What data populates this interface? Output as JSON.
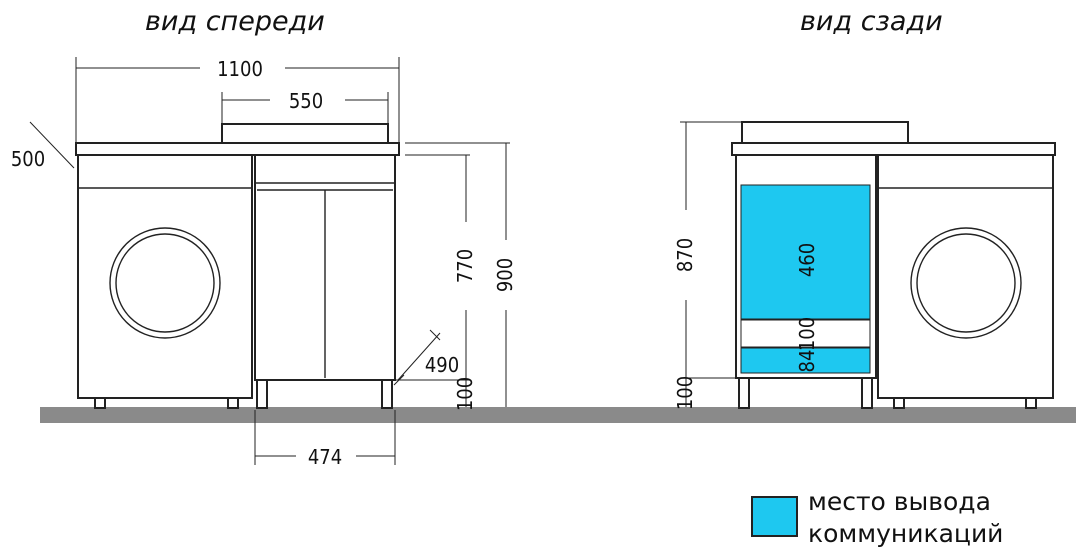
{
  "titles": {
    "front": "вид спереди",
    "back": "вид сзади"
  },
  "front_dimensions": {
    "width_total": "1100",
    "width_top": "550",
    "depth": "500",
    "height_body": "770",
    "height_total": "900",
    "depth_cabinet": "490",
    "leg_height": "100",
    "cabinet_width": "474"
  },
  "back_dimensions": {
    "height_total": "870",
    "zone_upper": "460",
    "zone_mid": "100",
    "zone_lower": "84",
    "leg_height": "100"
  },
  "legend": {
    "line1": "место вывода",
    "line2": "коммуникаций",
    "color": "#1ec8f0"
  },
  "colors": {
    "floor": "#8a8a8a",
    "outline": "#222222",
    "zone": "#1ec8f0"
  }
}
